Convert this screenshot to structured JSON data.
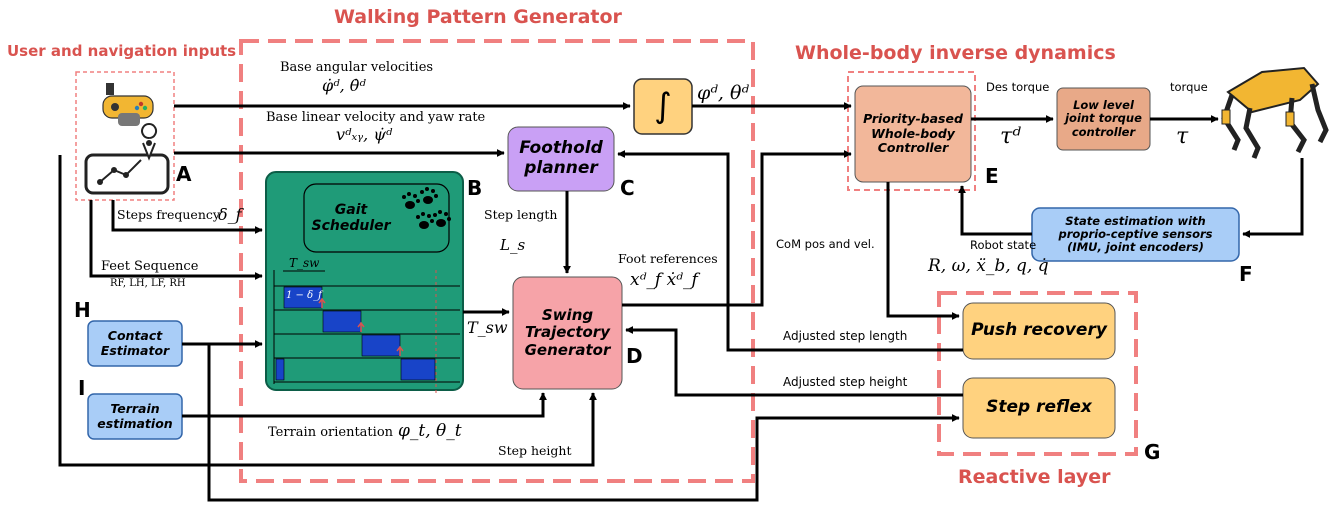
{
  "titles": {
    "walking": "Walking Pattern Generator",
    "wbid": "Whole-body inverse dynamics",
    "user": "User and navigation inputs",
    "reactive": "Reactive layer"
  },
  "blocks": {
    "integrator": "∫",
    "foothold": "Foothold planner",
    "gait": "Gait Scheduler",
    "swing": "Swing Trajectory Generator",
    "controller": "Priority-based Whole-body Controller",
    "lowlevel": "Low level joint torque controller",
    "state": "State estimation with proprio-ceptive sensors (IMU, joint encoders)",
    "contact": "Contact Estimator",
    "terrain": "Terrain estimation",
    "push": "Push recovery",
    "reflex": "Step reflex"
  },
  "letters": [
    "A",
    "B",
    "C",
    "D",
    "E",
    "F",
    "G",
    "H",
    "I"
  ],
  "signals": {
    "base_ang": "Base angular velocities",
    "base_ang_math": "φ̇ᵈ, θ̇ᵈ",
    "base_lin": "Base linear velocity and yaw rate",
    "base_lin_math": "vᵈₓᵧ, ψ̇ᵈ",
    "phi_theta_d": "φᵈ, θᵈ",
    "steps_freq": "Steps frequency",
    "delta_f": "δ_f",
    "feet_seq": "Feet Sequence",
    "feet_order": "RF, LH, LF, RH",
    "step_length": "Step length",
    "ls": "L_s",
    "foot_refs": "Foot references",
    "xf": "xᵈ_f  ẋᵈ_f",
    "tsw": "T_sw",
    "tsw_small": "T_sw",
    "one_minus_delta": "1 − δ_f",
    "terrain_orient": "Terrain orientation",
    "phi_theta_t": "φ_t, θ_t",
    "step_height": "Step height",
    "des_torque": "Des torque",
    "tau_d": "τᵈ",
    "torque": "torque",
    "tau": "τ",
    "com": "CoM pos and vel.",
    "robot_state": "Robot state",
    "state_vars": "R, ω, ẍ_b, q, q̇",
    "adj_len": "Adjusted step length",
    "adj_height": "Adjusted step height"
  },
  "colors": {
    "title_red": "#d9534f",
    "dashed_red": "#f08080",
    "integrator_fill": "#ffd27f",
    "foothold_fill": "#c9a0f5",
    "gait_fill": "#1f9b78",
    "swing_fill": "#f6a3a8",
    "controller_fill": "#f2b79a",
    "lowlevel_fill": "#e8a988",
    "blue_fill": "#a9cdf7",
    "reactive_fill": "#ffd27f",
    "step_blue": "#1844c8"
  },
  "icons": [
    "gamepad-icon",
    "tablet-path-icon",
    "paw-prints-icon",
    "quadruped-robot-icon"
  ]
}
